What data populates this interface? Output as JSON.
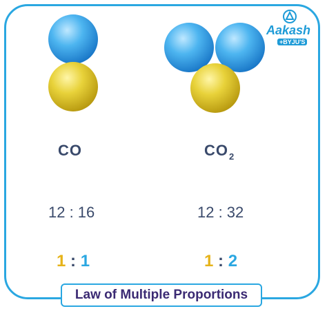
{
  "brand": {
    "name": "Aakash",
    "sub": "+BYJU'S"
  },
  "left": {
    "formula": "CO",
    "mass_ratio": "12 : 16",
    "ratio_a": "1",
    "ratio_sep": " : ",
    "ratio_b": "1"
  },
  "right": {
    "formula": "CO",
    "formula_sub": "2",
    "mass_ratio": "12 : 32",
    "ratio_a": "1",
    "ratio_sep": " : ",
    "ratio_b": "2"
  },
  "caption": "Law of Multiple Proportions",
  "colors": {
    "frame": "#2aa7e1",
    "carbon": "#e6b31a",
    "oxygen": "#2aa7e1",
    "text": "#3a4a6b",
    "caption_text": "#3b2a73"
  }
}
